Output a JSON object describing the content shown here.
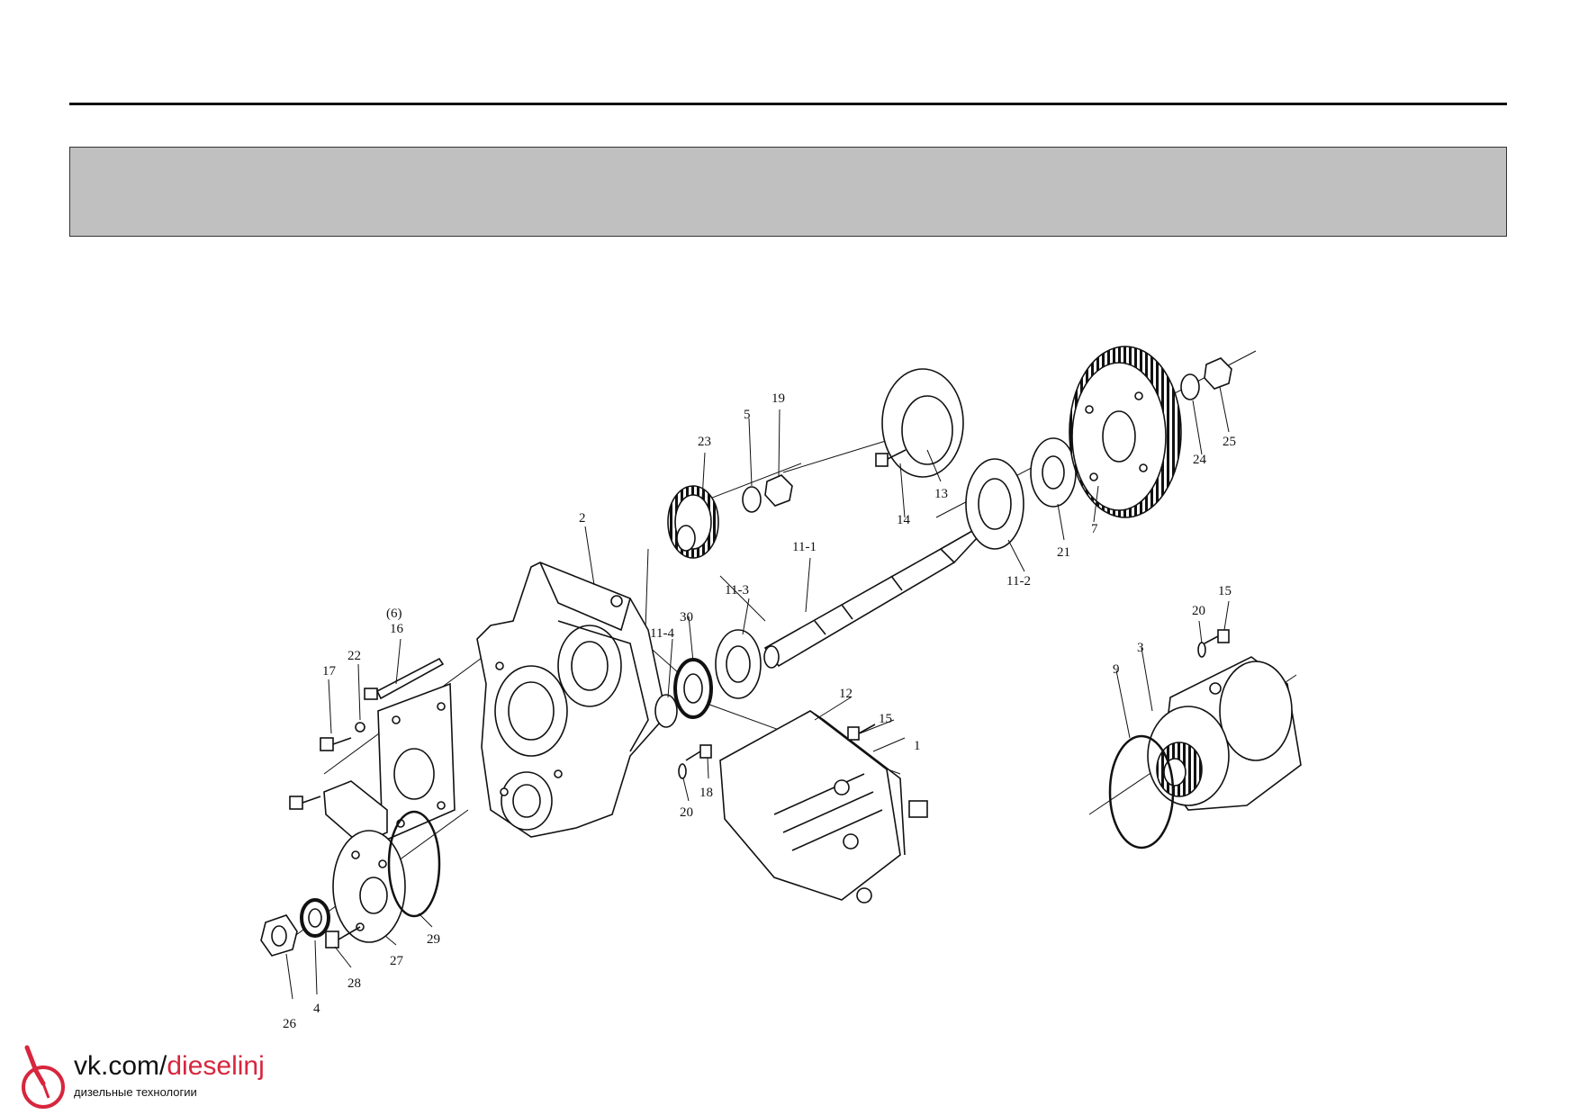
{
  "callouts": {
    "p1": "1",
    "p2": "2",
    "p3": "3",
    "p4": "4",
    "p5": "5",
    "p6": "(6)",
    "p7": "7",
    "p9": "9",
    "p11_1": "11-1",
    "p11_2": "11-2",
    "p11_3": "11-3",
    "p11_4": "11-4",
    "p12": "12",
    "p13": "13",
    "p14": "14",
    "p15a": "15",
    "p15b": "15",
    "p16": "16",
    "p17": "17",
    "p18": "18",
    "p19": "19",
    "p20a": "20",
    "p20b": "20",
    "p21": "21",
    "p22": "22",
    "p23": "23",
    "p24": "24",
    "p25": "25",
    "p26": "26",
    "p27": "27",
    "p28": "28",
    "p29": "29",
    "p30": "30"
  },
  "watermark": {
    "prefix": "vk.com/",
    "accent": "dieselinj",
    "subtitle": "дизельные технологии",
    "accent_color": "#d7263d"
  }
}
